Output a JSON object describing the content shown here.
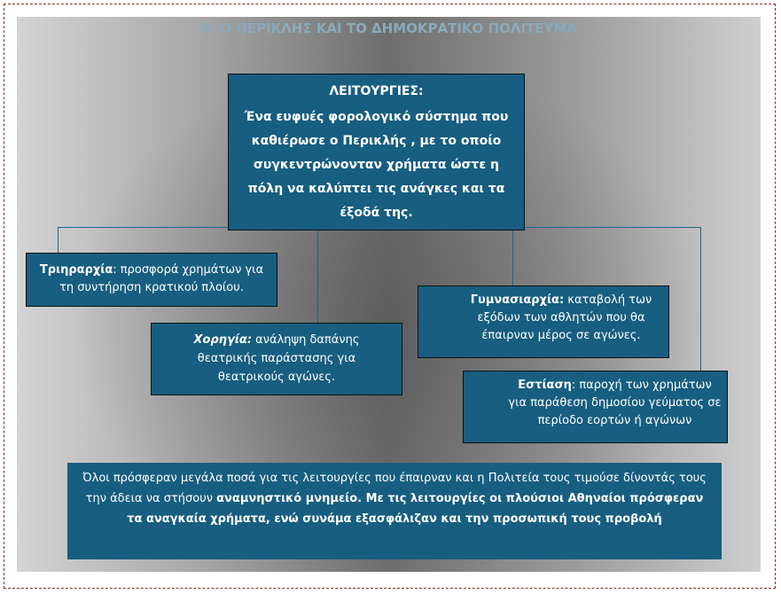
{
  "title": "Β/ Ο ΠΕΡΙΚΛΗΣ ΚΑΙ ΤΟ ΔΗΜΟΚΡΑΤΙΚΟ ΠΟΛΙΤΕΥΜΑ",
  "main_box": {
    "heading": "ΛΕΙΤΟΥΡΓΙΕΣ:",
    "text": "Ένα ευφυές φορολογικό σύστημα που καθιέρωσε ο Περικλής , με το οποίο συγκεντρώνονταν χρήματα ώστε η πόλη να καλύπτει τις ανάγκες και τα έξοδά της."
  },
  "items": [
    {
      "term": "Τριηραρχία",
      "sep": ":",
      "text": " προσφορά χρημάτων για τη συντήρηση κρατικού πλοίου."
    },
    {
      "term": "Χορηγία:",
      "sep": "",
      "text": " ανάληψη δαπάνης θεατρικής παράστασης για θεατρικούς αγώνες."
    },
    {
      "term": "Γυμνασιαρχία:",
      "sep": "",
      "text": " καταβολή των εξόδων των αθλητών που θα έπαιρναν μέρος σε αγώνες."
    },
    {
      "term": "Εστίαση",
      "sep": ":",
      "text": " παροχή των χρημάτων για παράθεση δημοσίου γεύματος σε περίοδο εορτών ή αγώνων"
    }
  ],
  "summary": {
    "normal": "Όλοι πρόσφεραν μεγάλα ποσά για τις λειτουργίες που έπαιρναν και η Πολιτεία τους τιμούσε δίνοντάς τους την άδεια να στήσουν ",
    "bold": "αναμνηστικό μνημείο. Με τις λειτουργίες οι πλούσιοι Αθηναίοι πρόσφεραν τα αναγκαία χρήματα, ενώ συνάμα εξασφάλιζαν και την προσωπική τους προβολή"
  },
  "colors": {
    "box": "#175e80",
    "title": "#8aaabd"
  }
}
